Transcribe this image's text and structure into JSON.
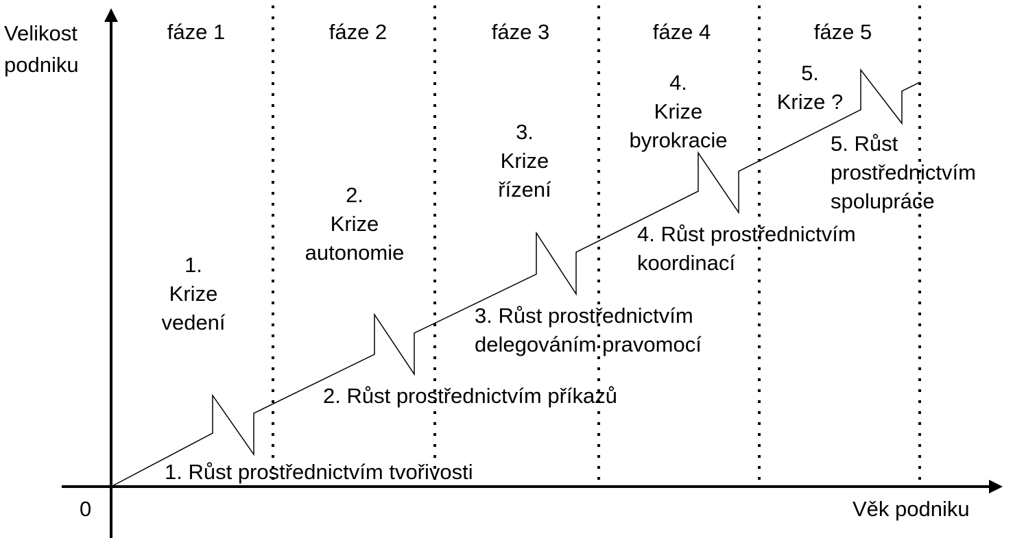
{
  "axes": {
    "y_label_line1": "Velikost",
    "y_label_line2": "podniku",
    "x_label": "Věk podniku",
    "origin": "0"
  },
  "phases": [
    "fáze 1",
    "fáze 2",
    "fáze 3",
    "fáze 4",
    "fáze 5"
  ],
  "crises": [
    {
      "num": "1.",
      "word": "Krize",
      "name": "vedení"
    },
    {
      "num": "2.",
      "word": "Krize",
      "name": "autonomie"
    },
    {
      "num": "3.",
      "word": "Krize",
      "name": "řízení"
    },
    {
      "num": "4.",
      "word": "Krize",
      "name": "byrokracie"
    },
    {
      "num": "5.",
      "word": "Krize ?"
    }
  ],
  "growth": [
    {
      "line1": "1. Růst prostřednictvím tvořivosti"
    },
    {
      "line1": "2. Růst prostřednictvím příkazů"
    },
    {
      "line1": "3. Růst prostřednictvím",
      "line2": "delegováním pravomocí"
    },
    {
      "line1": "4. Růst prostřednictvím",
      "line2": "koordinací"
    },
    {
      "line1": "5. Růst",
      "line2": "prostřednictvím",
      "line3": "spolupráce"
    }
  ]
}
